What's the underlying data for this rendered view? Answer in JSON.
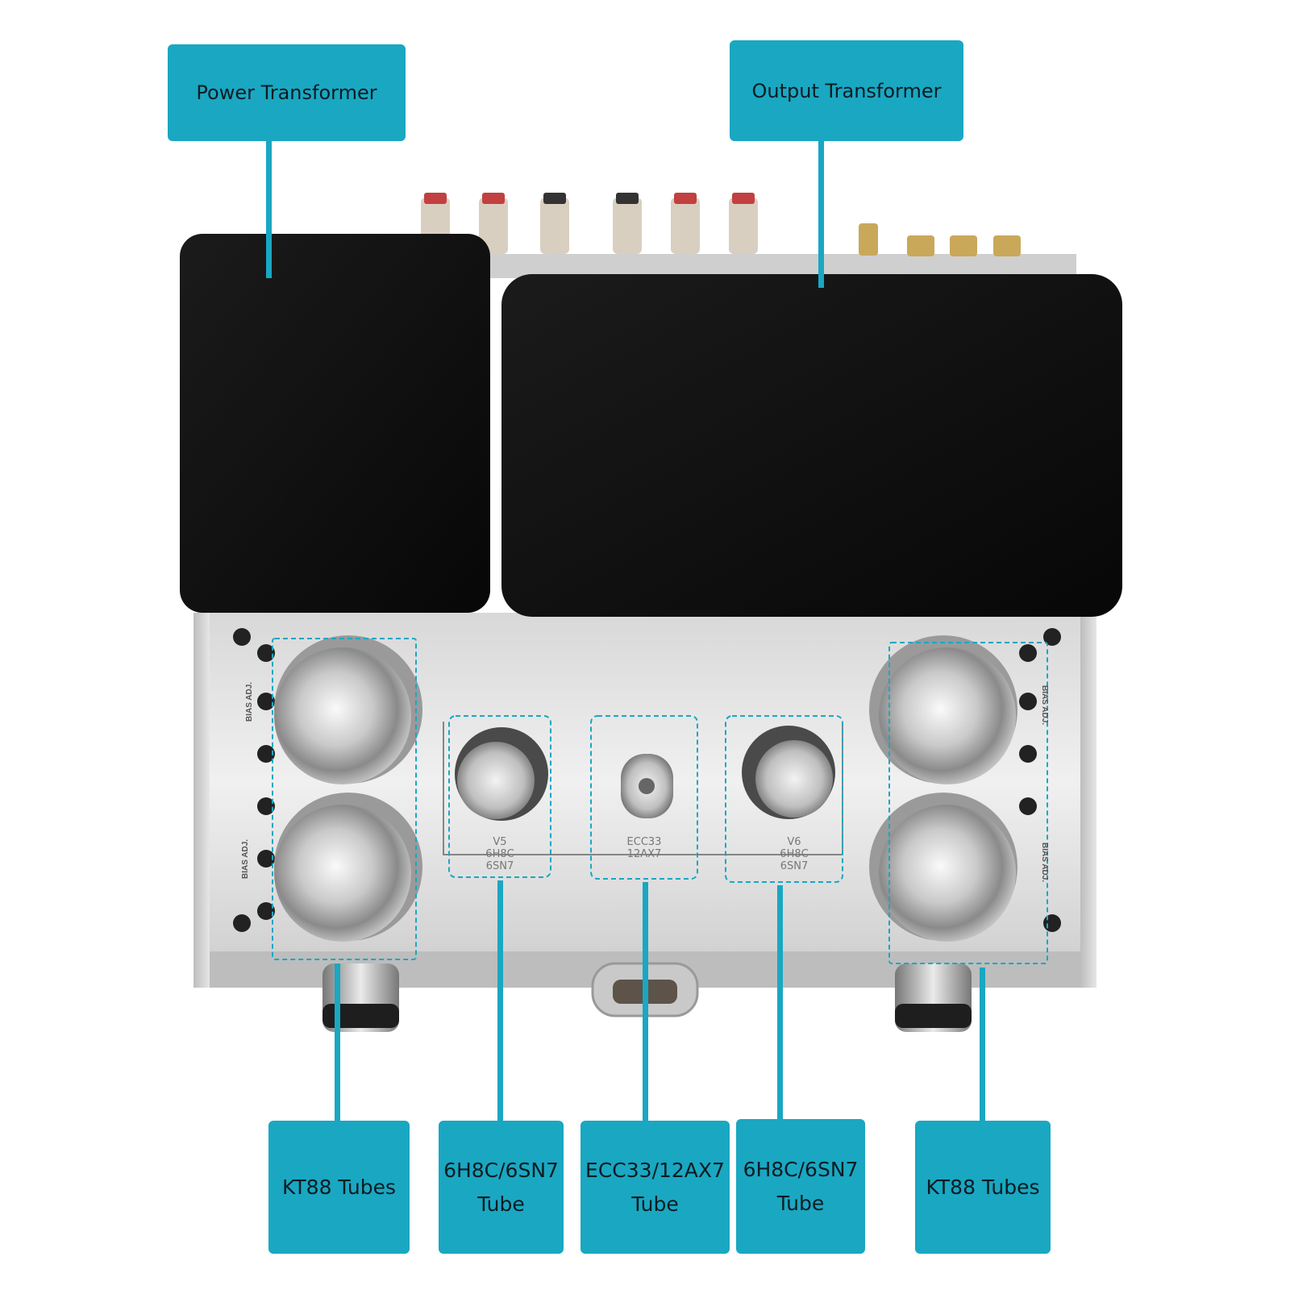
{
  "callouts": {
    "power_transformer": "Power Transformer",
    "output_transformer": "Output Transformer",
    "kt88_left": "KT88 Tubes",
    "tube_6h8c_left_line1": "6H8C/6SN7",
    "tube_6h8c_left_line2": "Tube",
    "tube_ecc33_line1": "ECC33/12AX7",
    "tube_ecc33_line2": "Tube",
    "tube_6h8c_right_line1": "6H8C/6SN7",
    "tube_6h8c_right_line2": "Tube",
    "kt88_right": "KT88 Tubes"
  },
  "chassis_print": {
    "bias_adj_left_top": "BIAS ADJ.",
    "bias_adj_left_bottom": "BIAS ADJ.",
    "bias_adj_right_top": "BIAS ADJ.",
    "bias_adj_right_bottom": "BIAS ADJ.",
    "v5": {
      "line1": "V5",
      "line2": "6H8C",
      "line3": "6SN7"
    },
    "ecc": {
      "line1": "ECC33",
      "line2": "12AX7"
    },
    "v6": {
      "line1": "V6",
      "line2": "6H8C",
      "line3": "6SN7"
    }
  },
  "colors": {
    "accent": "#1aa7c2",
    "transformer": "#111111",
    "chassis": "#e2e2e2"
  }
}
